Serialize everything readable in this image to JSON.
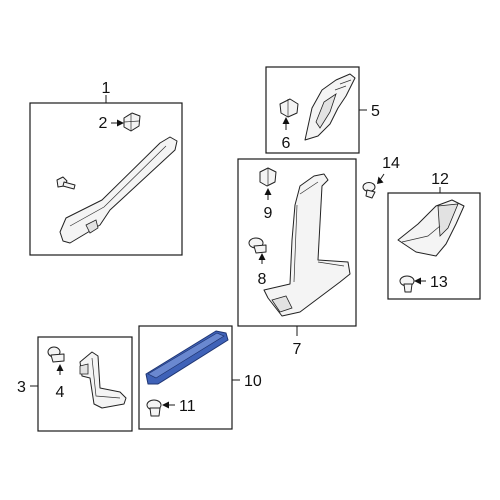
{
  "callouts": {
    "c1": "1",
    "c2": "2",
    "c3": "3",
    "c4": "4",
    "c5": "5",
    "c6": "6",
    "c7": "7",
    "c8": "8",
    "c9": "9",
    "c10": "10",
    "c11": "11",
    "c12": "12",
    "c13": "13",
    "c14": "14"
  },
  "colors": {
    "highlight": "#3f62b8",
    "line": "#1a1a1a",
    "part_fill": "#f4f4f4"
  }
}
